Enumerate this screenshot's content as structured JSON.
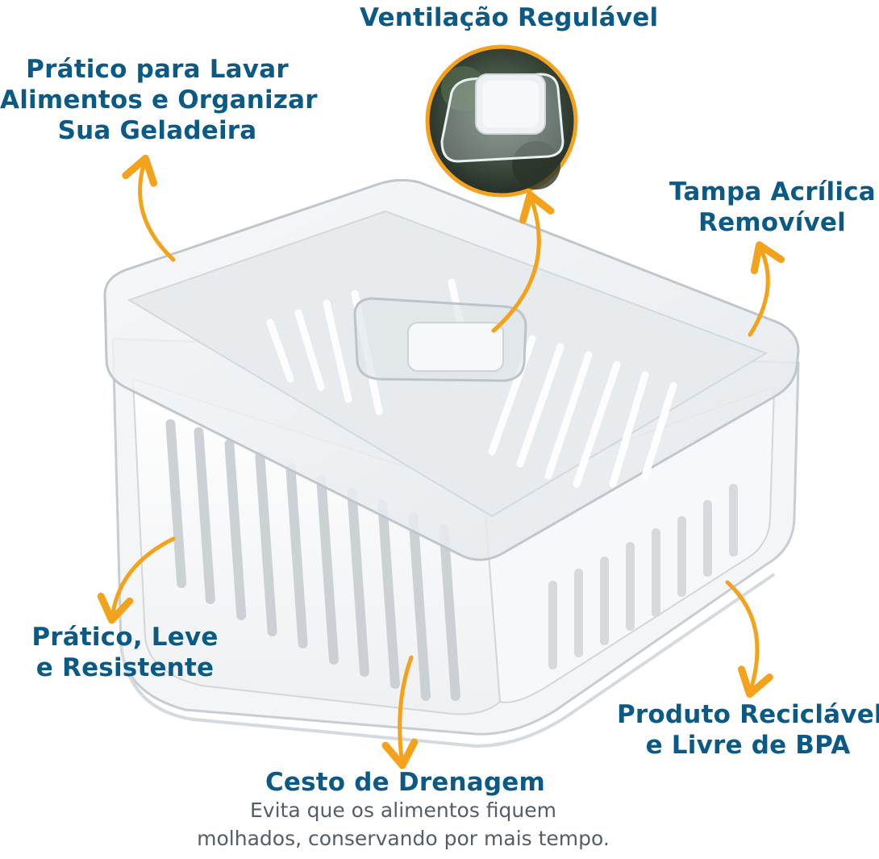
{
  "features": {
    "ventilation": "Ventilação Regulável",
    "wash_line1": "Prático para Lavar",
    "wash_line2": "Alimentos e Organizar",
    "wash_line3": "Sua Geladeira",
    "lid_line1": "Tampa Acrílica",
    "lid_line2": "Removível",
    "light_line1": "Prático, Leve",
    "light_line2": "e Resistente",
    "recycle_line1": "Produto Reciclável",
    "recycle_line2": "e Livre de BPA"
  },
  "drainage": {
    "title": "Cesto de Drenagem",
    "desc_line1": "Evita que os alimentos fiquem",
    "desc_line2": "molhados, conservando por mais tempo."
  },
  "colors": {
    "label_text": "#0b5a86",
    "arrow": "#f4a21c",
    "description_text": "#555e66"
  }
}
